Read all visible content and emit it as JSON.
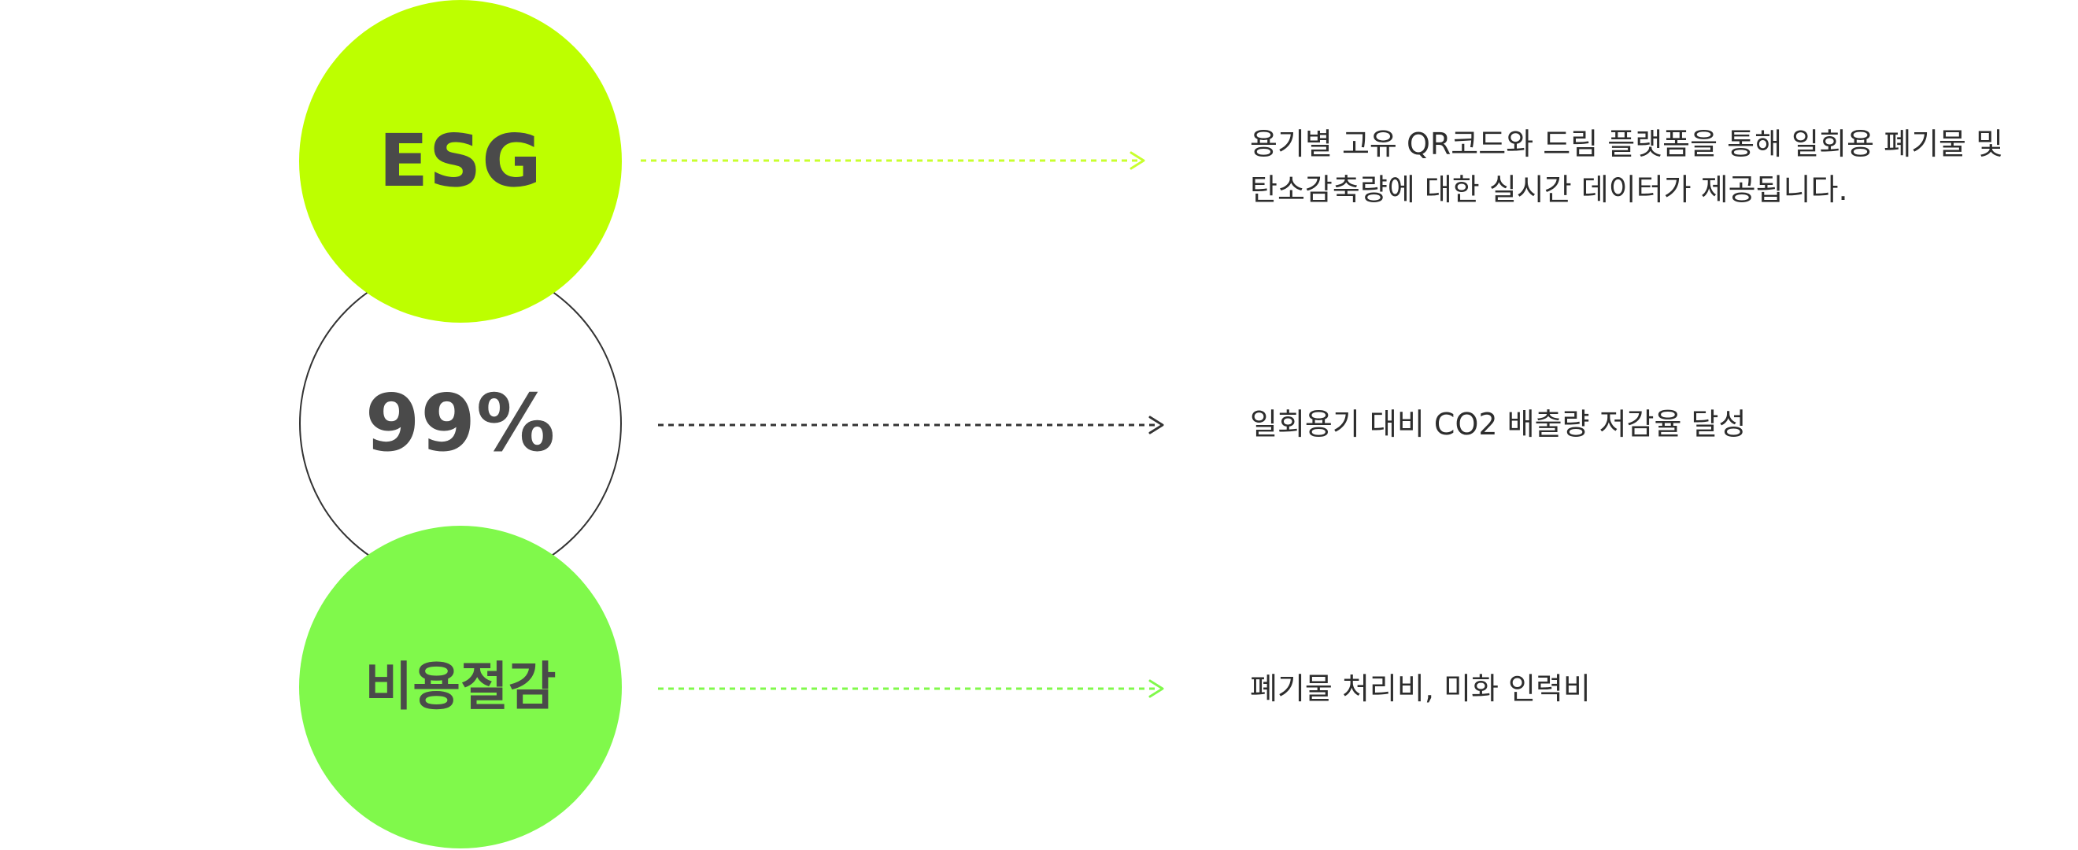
{
  "colors": {
    "esg_circle": "#bdff00",
    "cost_circle": "#80f94b",
    "outline_circle": "#333333",
    "label_text": "#4a4a4a",
    "desc_text": "#2d2d2d",
    "esg_arrow": "#c8ff2e",
    "mid_arrow": "#333333",
    "cost_arrow": "#80f94b"
  },
  "items": [
    {
      "label": "ESG",
      "arrow_icon": "dashed-arrow-right-icon",
      "desc_lines": [
        "용기별 고유 QR코드와 드림 플랫폼을 통해 일회용 폐기물 및",
        "탄소감축량에 대한 실시간 데이터가 제공됩니다."
      ]
    },
    {
      "label": "99%",
      "arrow_icon": "dashed-arrow-right-icon",
      "desc_lines": [
        "일회용기 대비 CO2 배출량 저감율 달성"
      ]
    },
    {
      "label": "비용절감",
      "arrow_icon": "dashed-arrow-right-icon",
      "desc_lines": [
        "폐기물 처리비, 미화 인력비"
      ]
    }
  ]
}
